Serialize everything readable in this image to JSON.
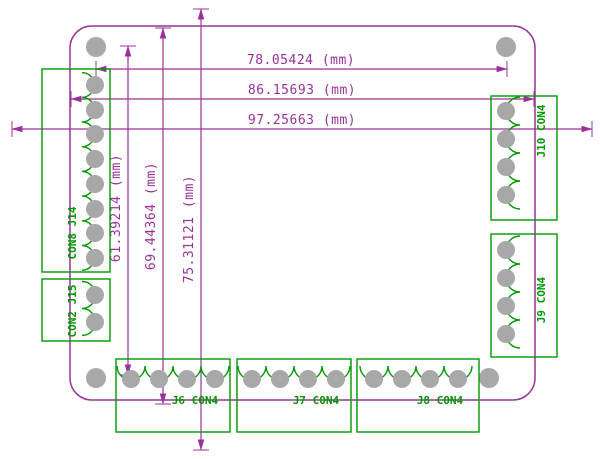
{
  "colors": {
    "dimension": "#993399",
    "connector": "#009900",
    "pad": "#a8a8a8",
    "background": "#ffffff"
  },
  "dimensions": {
    "width_holes": "78.05424 (mm)",
    "width_board": "86.15693 (mm)",
    "width_overall": "97.25663 (mm)",
    "height_holes": "61.39214 (mm)",
    "height_board": "69.44364 (mm)",
    "height_overall": "75.31121 (mm)"
  },
  "connectors": {
    "j14": "CON8 J14",
    "j15": "CON2 J15",
    "j10": "J10 CON4",
    "j9": "J9 CON4",
    "j6": "J6 CON4",
    "j7": "J7 CON4",
    "j8": "J8 CON4"
  }
}
